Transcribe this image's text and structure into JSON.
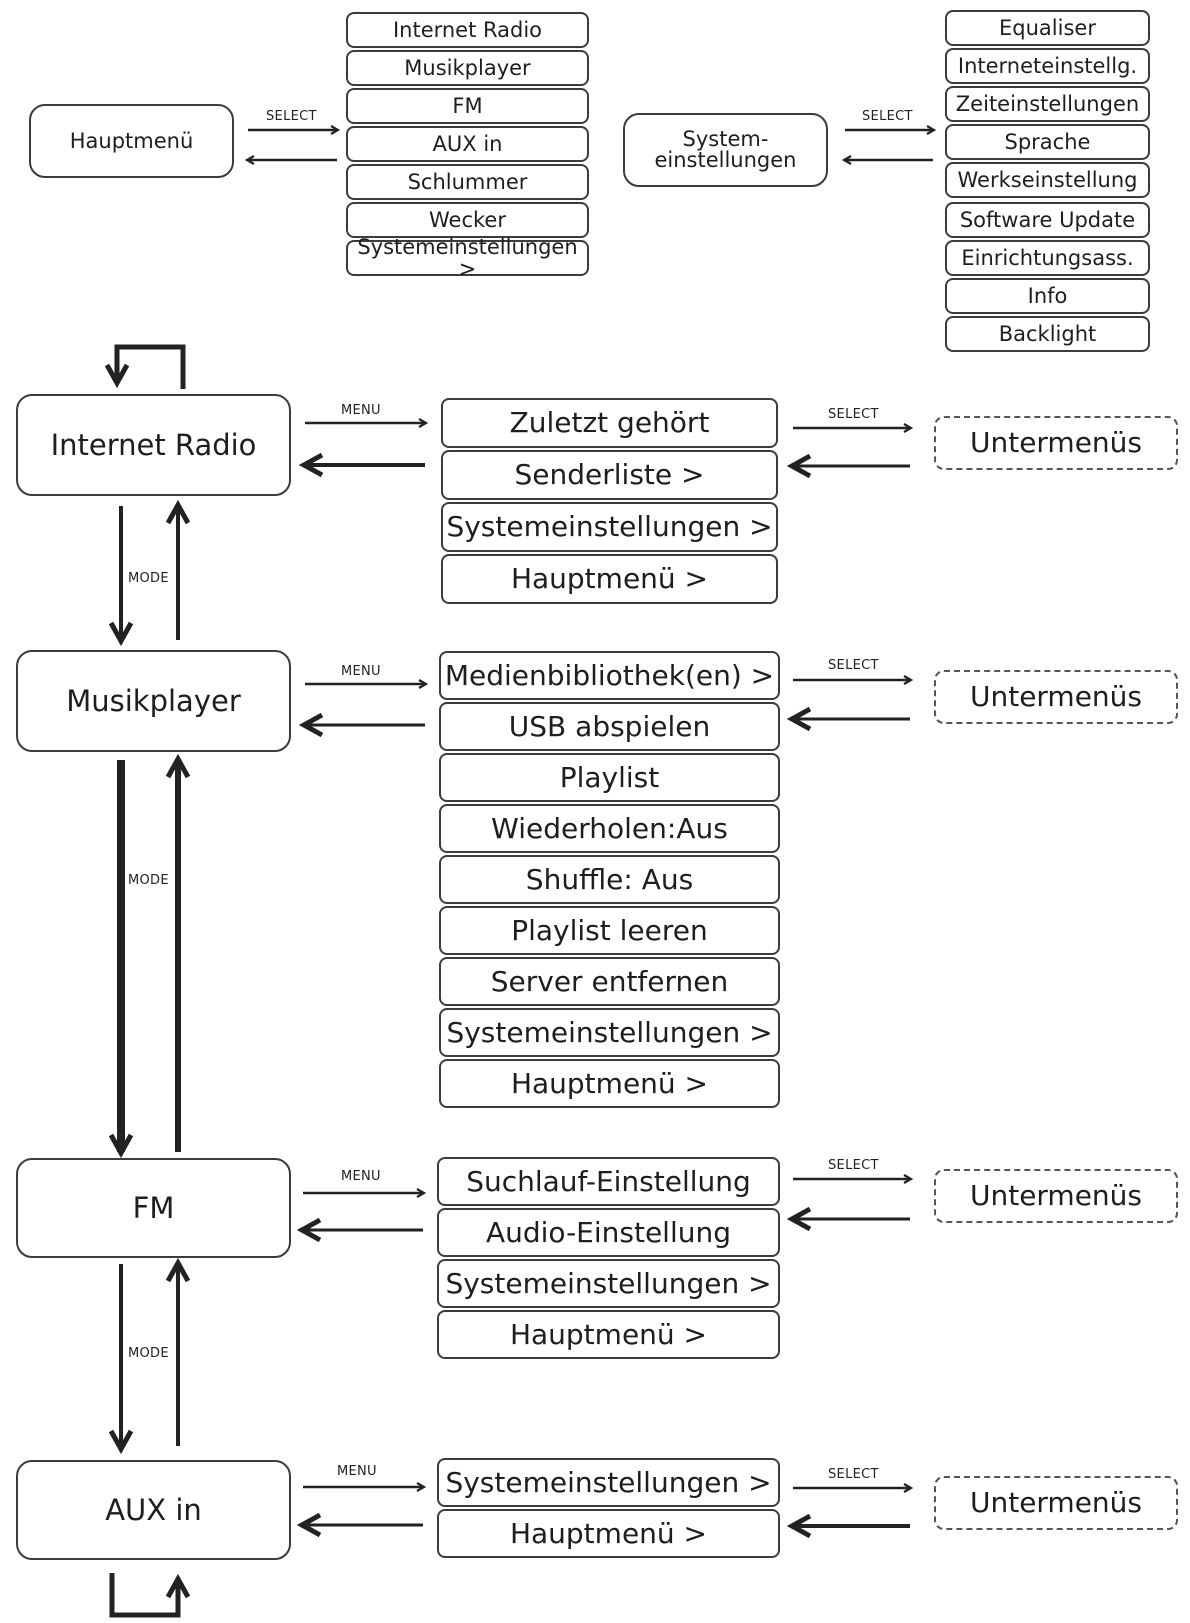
{
  "top_menu": {
    "main": "Hauptmenü",
    "select_label": "SELECT",
    "items": [
      "Internet Radio",
      "Musikplayer",
      "FM",
      "AUX in",
      "Schlummer",
      "Wecker",
      "Systemeinstellungen >"
    ]
  },
  "system_menu": {
    "title_line1": "System-",
    "title_line2": "einstellungen",
    "select_label": "SELECT",
    "items": [
      "Equaliser",
      "Interneteinstellg.",
      "Zeiteinstellungen",
      "Sprache",
      "Werkseinstellung",
      "Software Update",
      "Einrichtungsass.",
      "Info",
      "Backlight"
    ]
  },
  "labels": {
    "menu": "MENU",
    "select": "SELECT",
    "mode": "MODE",
    "submenus": "Untermenüs"
  },
  "modes": [
    {
      "name": "Internet Radio",
      "items": [
        "Zuletzt gehört",
        "Senderliste >",
        "Systemeinstellungen >",
        "Hauptmenü >"
      ]
    },
    {
      "name": "Musikplayer",
      "items": [
        "Medienbibliothek(en) >",
        "USB abspielen",
        "Playlist",
        "Wiederholen:Aus",
        "Shuffle: Aus",
        "Playlist leeren",
        "Server entfernen",
        "Systemeinstellungen >",
        "Hauptmenü >"
      ]
    },
    {
      "name": "FM",
      "items": [
        "Suchlauf-Einstellung",
        "Audio-Einstellung",
        "Systemeinstellungen >",
        "Hauptmenü >"
      ]
    },
    {
      "name": "AUX in",
      "items": [
        "Systemeinstellungen >",
        "Hauptmenü >"
      ]
    }
  ]
}
